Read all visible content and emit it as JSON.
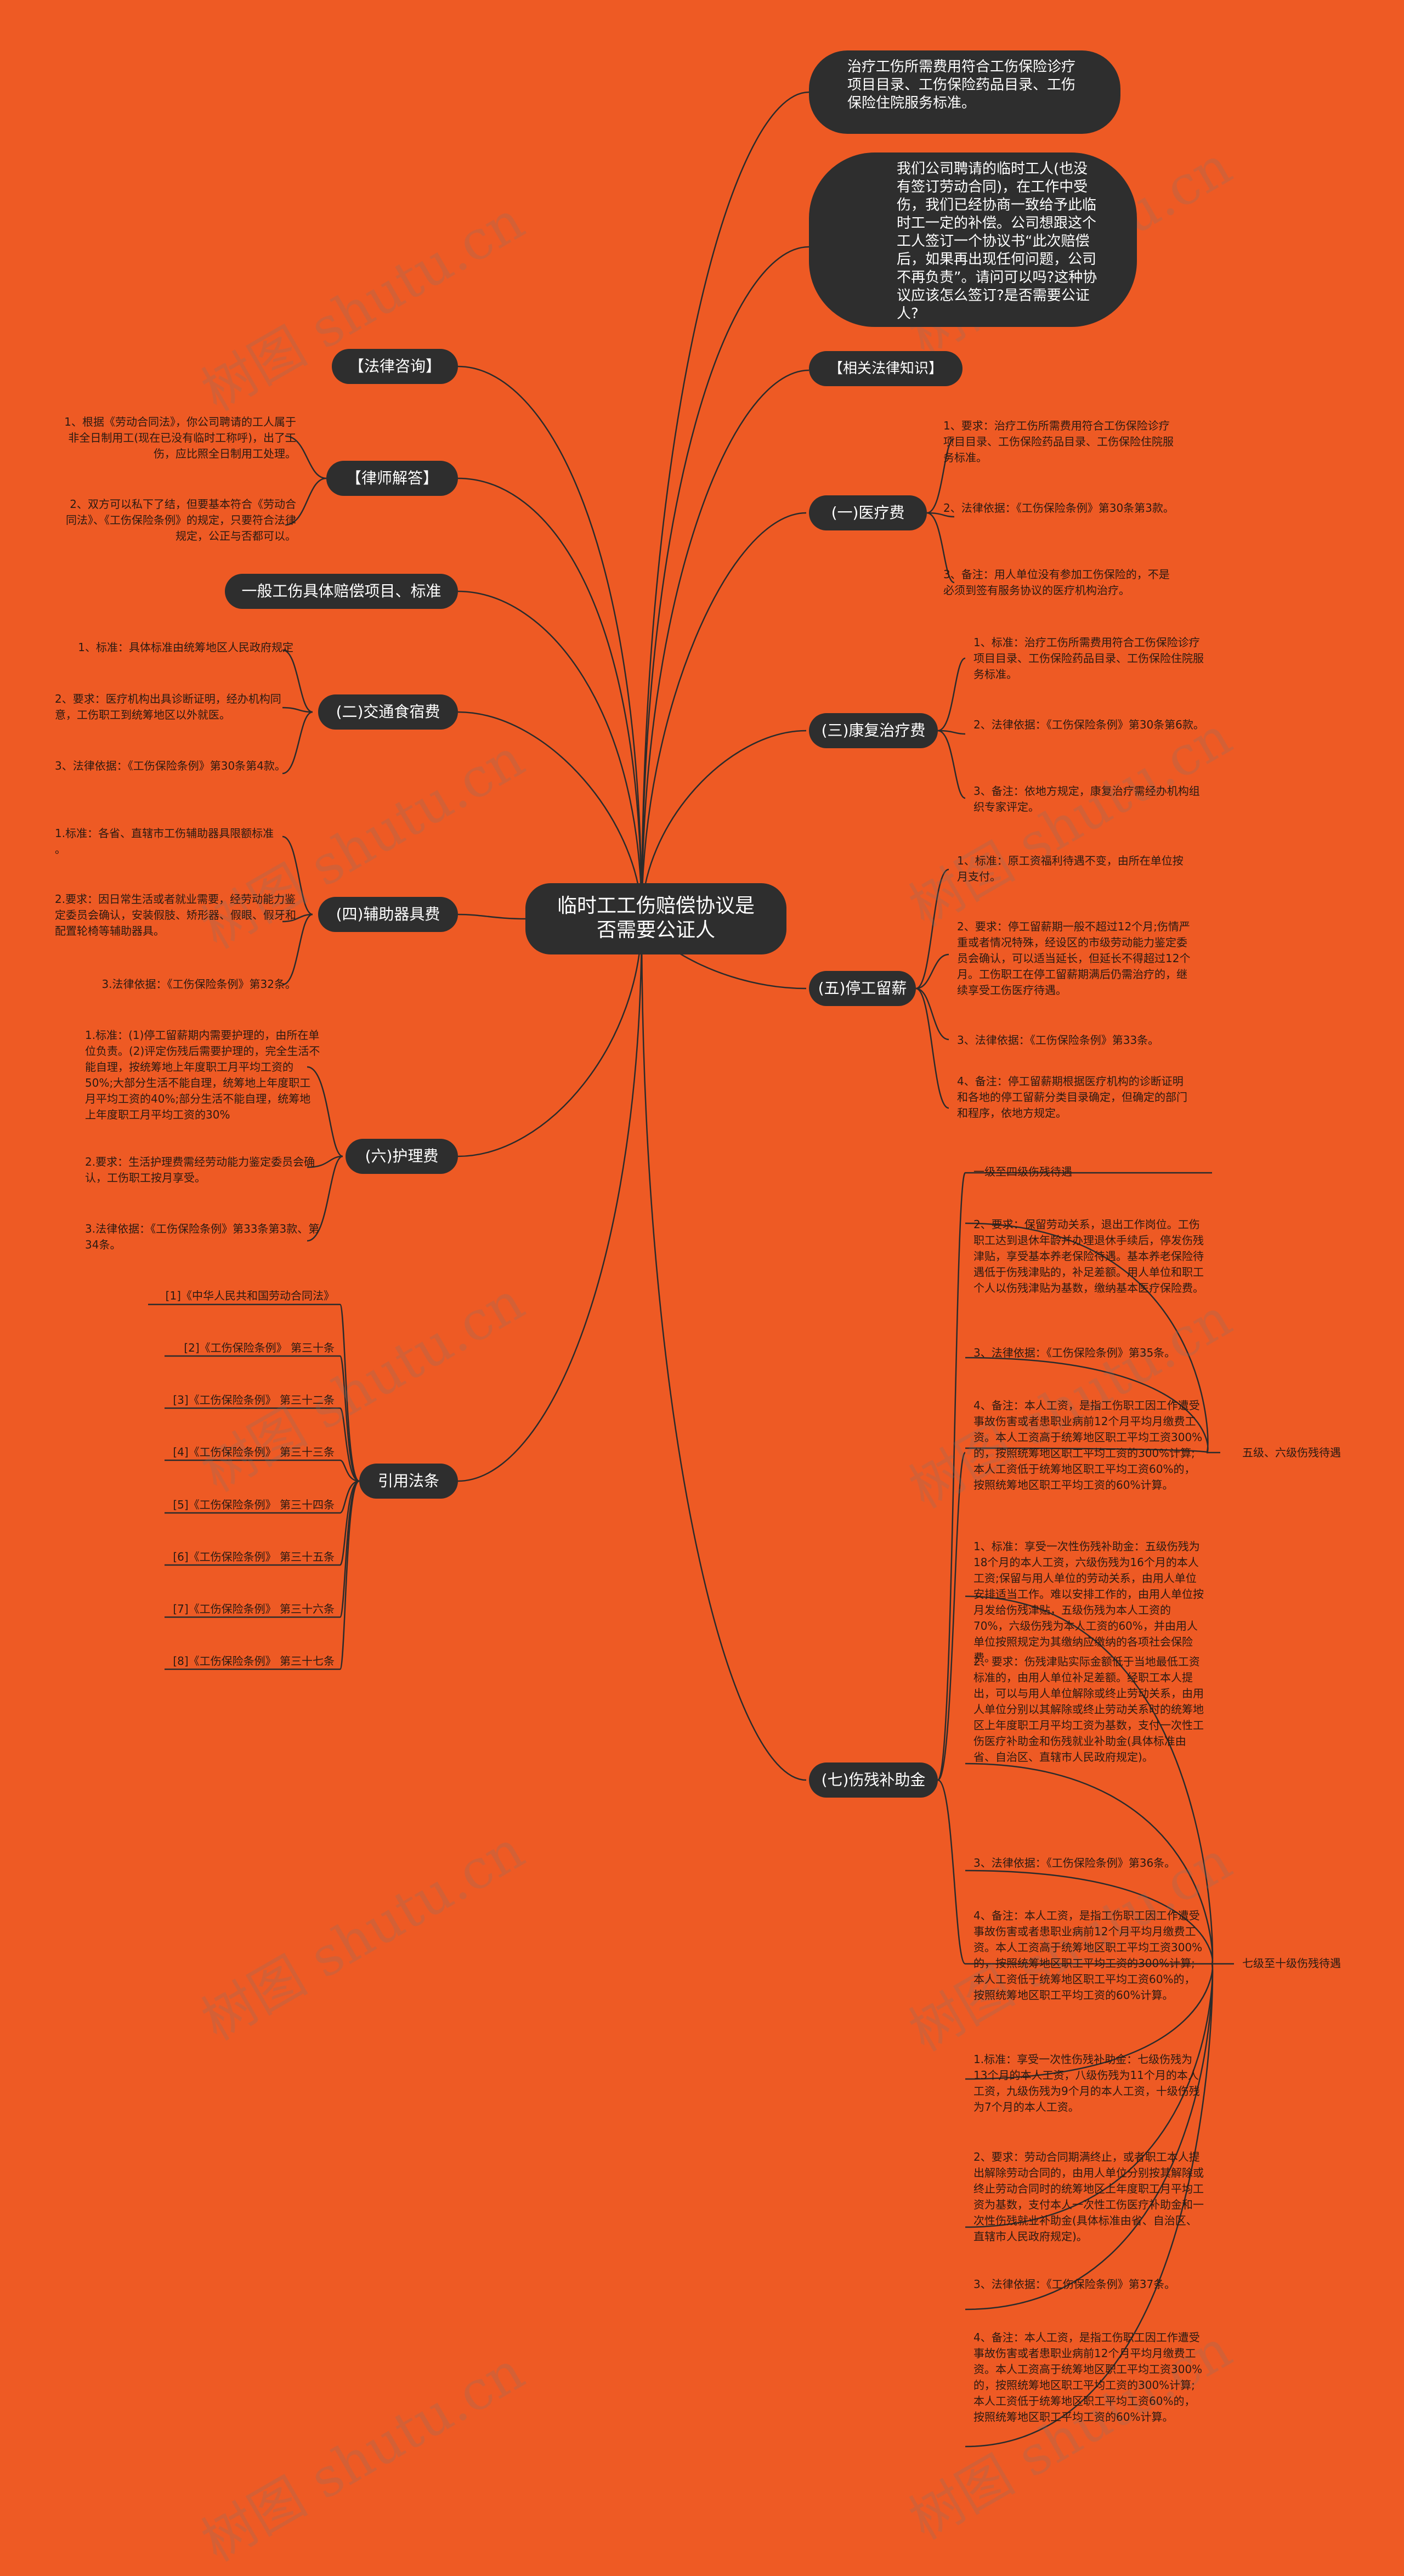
{
  "center": "临时工工伤赔偿协议是否需要公证人",
  "question_lead": "治疗工伤所需费用符合工伤保险诊疗项目目录、工伤保险药品目录、工伤保险住院服务标准。",
  "question": "我们公司聘请的临时工人(也没有签订劳动合同)，在工作中受伤，我们已经协商一致给予此临时工一定的补偿。公司想跟这个工人签订一个协议书“此次赔偿后，如果再出现任何问题，公司不再负责”。请问可以吗?这种协议应该怎么签订?是否需要公证人?",
  "related_law": "【相关法律知识】",
  "legal_consult": "【法律咨询】",
  "lawyer_answer": {
    "label": "【律师解答】",
    "n1": "1、根据《劳动合同法》，你公司聘请的工人属于非全日制用工(现在已没有临时工称呼)，出了工伤，应比照全日制用工处理。",
    "n2": "2、双方可以私下了结，但要基本符合《劳动合同法》、《工伤保险条例》的规定，只要符合法律规定，公正与否都可以。"
  },
  "general": "一般工伤具体赔偿项目、标准",
  "medical": {
    "label": "(一)医疗费",
    "n1": "1、要求：治疗工伤所需费用符合工伤保险诊疗项目目录、工伤保险药品目录、工伤保险住院服务标准。",
    "n2": "2、法律依据：《工伤保险条例》第30条第3款。",
    "n3": "3、备注：用人单位没有参加工伤保险的，不是必须到签有服务协议的医疗机构治疗。"
  },
  "transport": {
    "label": "(二)交通食宿费",
    "n1": "1、标准：具体标准由统筹地区人民政府规定",
    "n2": "2、要求：医疗机构出具诊断证明，经办机构同意，工伤职工到统筹地区以外就医。",
    "n3": "3、法律依据：《工伤保险条例》第30条第4款。"
  },
  "rehab": {
    "label": "(三)康复治疗费",
    "n1": "1、标准：治疗工伤所需费用符合工伤保险诊疗项目目录、工伤保险药品目录、工伤保险住院服务标准。",
    "n2": "2、法律依据：《工伤保险条例》第30条第6款。",
    "n3": "3、备注：依地方规定，康复治疗需经办机构组织专家评定。"
  },
  "device": {
    "label": "(四)辅助器具费",
    "n1": "1.标准：各省、直辖市工伤辅助器具限额标准\n。",
    "n2": "2.要求：因日常生活或者就业需要，经劳动能力鉴定委员会确认，安装假肢、矫形器、假眼、假牙和配置轮椅等辅助器具。",
    "n3": "3.法律依据：《工伤保险条例》第32条。"
  },
  "leave": {
    "label": "(五)停工留薪",
    "n1": "1、标准：原工资福利待遇不变，由所在单位按月支付。",
    "n2": "2、要求：停工留薪期一般不超过12个月;伤情严重或者情况特殊，经设区的市级劳动能力鉴定委员会确认，可以适当延长，但延长不得超过12个月。工伤职工在停工留薪期满后仍需治疗的，继续享受工伤医疗待遇。",
    "n3": "3、法律依据：《工伤保险条例》第33条。",
    "n4": "4、备注：停工留薪期根据医疗机构的诊断证明和各地的停工留薪分类目录确定，但确定的部门和程序，依地方规定。"
  },
  "nursing": {
    "label": "(六)护理费",
    "n1": "1.标准：(1)停工留薪期内需要护理的，由所在单位负责。(2)评定伤残后需要护理的，完全生活不能自理，按统筹地上年度职工月平均工资的50%;大部分生活不能自理，统筹地上年度职工月平均工资的40%;部分生活不能自理，统筹地上年度职工月平均工资的30%",
    "n2": "2.要求：生活护理费需经劳动能力鉴定委员会确认，工伤职工按月享受。",
    "n3": "3.法律依据：《工伤保险条例》第33条第3款、第34条。"
  },
  "cite": {
    "label": "引用法条",
    "items": [
      "[1]《中华人民共和国劳动合同法》",
      "[2]《工伤保险条例》 第三十条",
      "[3]《工伤保险条例》 第三十二条",
      "[4]《工伤保险条例》 第三十三条",
      "[5]《工伤保险条例》 第三十四条",
      "[6]《工伤保险条例》 第三十五条",
      "[7]《工伤保险条例》 第三十六条",
      "[8]《工伤保险条例》 第三十七条"
    ]
  },
  "disability": {
    "label": "(七)伤残补助金",
    "n1": "一级至四级伤残待遇",
    "n2": "2、要求：保留劳动关系，退出工作岗位。工伤职工达到退休年龄并办理退休手续后，停发伤残津贴，享受基本养老保险待遇。基本养老保险待遇低于伤残津贴的，补足差额。用人单位和职工个人以伤残津贴为基数，缴纳基本医疗保险费。",
    "n3": "3、法律依据：《工伤保险条例》第35条。",
    "n4": "4、备注：本人工资，是指工伤职工因工作遭受事故伤害或者患职业病前12个月平均月缴费工资。本人工资高于统筹地区职工平均工资300%的，按照统筹地区职工平均工资的300%计算;本人工资低于统筹地区职工平均工资60%的，按照统筹地区职工平均工资的60%计算。",
    "n5": "1、标准：享受一次性伤残补助金：五级伤残为18个月的本人工资，六级伤残为16个月的本人工资;保留与用人单位的劳动关系，由用人单位安排适当工作。难以安排工作的，由用人单位按月发给伤残津贴，五级伤残为本人工资的70%，六级伤残为本人工资的60%，并由用人单位按照规定为其缴纳应缴纳的各项社会保险费。",
    "n6": "2、要求：伤残津贴实际金额低于当地最低工资标准的，由用人单位补足差额。经职工本人提出，可以与用人单位解除或终止劳动关系，由用人单位分别以其解除或终止劳动关系时的统筹地区上年度职工月平均工资为基数，支付一次性工伤医疗补助金和伤残就业补助金(具体标准由省、自治区、直辖市人民政府规定)。",
    "n7": "3、法律依据：《工伤保险条例》第36条。",
    "n8": "4、备注：本人工资，是指工伤职工因工作遭受事故伤害或者患职业病前12个月平均月缴费工资。本人工资高于统筹地区职工平均工资300%的，按照统筹地区职工平均工资的300%计算;本人工资低于统筹地区职工平均工资60%的，按照统筹地区职工平均工资的60%计算。",
    "n9": "1.标准：享受一次性伤残补助金：七级伤残为13个月的本人工资，八级伤残为11个月的本人工资，九级伤残为9个月的本人工资，十级伤残为7个月的本人工资。",
    "n10": "2、要求：劳动合同期满终止，或者职工本人提出解除劳动合同的，由用人单位分别按其解除或终止劳动合同时的统筹地区上年度职工月平均工资为基数，支付本人一次性工伤医疗补助金和一次性伤残就业补助金(具体标准由省、自治区、直辖市人民政府规定)。",
    "n11": "3、法律依据：《工伤保险条例》第37条。",
    "n12": "4、备注：本人工资，是指工伤职工因工作遭受事故伤害或者患职业病前12个月平均月缴费工资。本人工资高于统筹地区职工平均工资300%的，按照统筹地区职工平均工资的300%计算;本人工资低于统筹地区职工平均工资60%的，按照统筹地区职工平均工资的60%计算。",
    "grade_5_6": "五级、六级伤残待遇",
    "grade_7_10": "七级至十级伤残待遇"
  },
  "watermark": "树图 shutu.cn",
  "colors": {
    "background": "#ee5a24",
    "node": "#2e2e2e",
    "line": "#2b2b2b"
  }
}
